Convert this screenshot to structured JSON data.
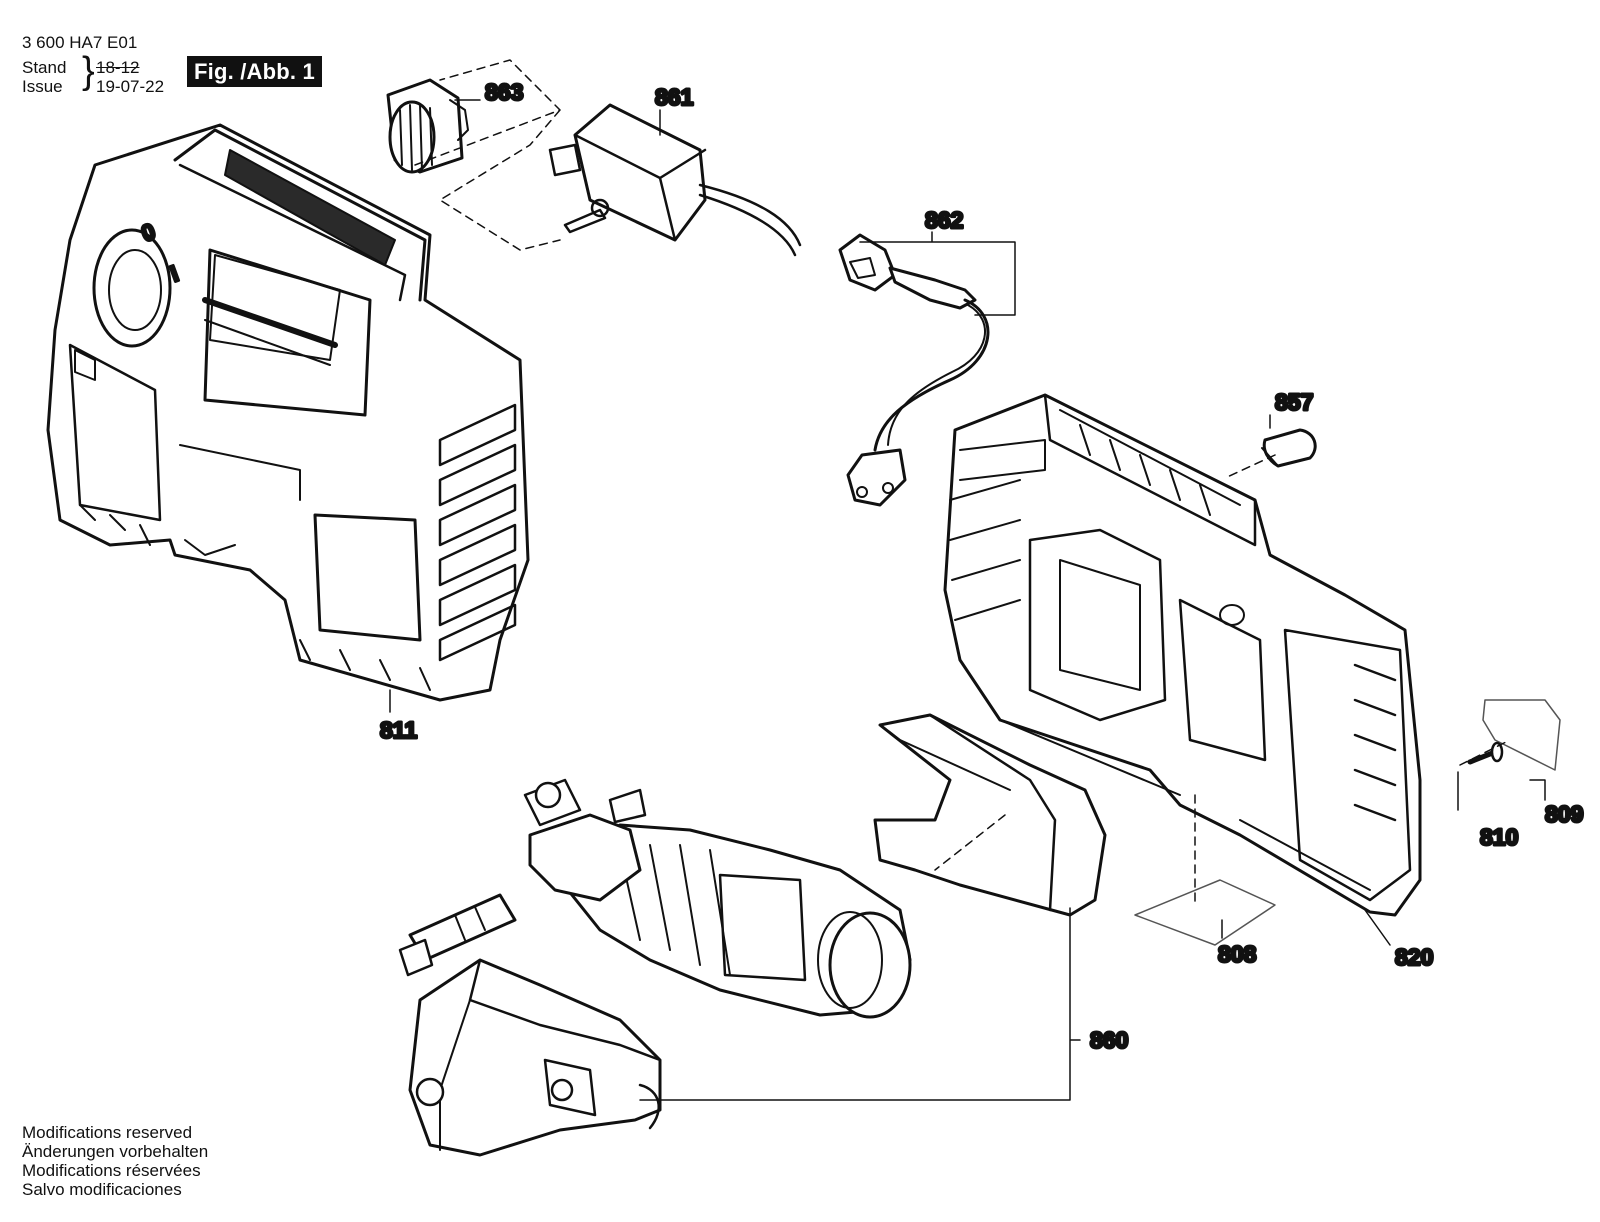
{
  "header": {
    "doc_number": "3 600 HA7 E01",
    "stand_label": "Stand",
    "issue_label": "Issue",
    "stand_date": "18-12",
    "issue_date": "19-07-22",
    "figure_label": "Fig. /Abb. 1"
  },
  "parts": {
    "p811": "811",
    "p863": "863",
    "p861": "861",
    "p862": "862",
    "p857": "857",
    "p809": "809",
    "p810": "810",
    "p808": "808",
    "p820": "820",
    "p860": "860"
  },
  "markings": {
    "switch_off": "0",
    "switch_on": "I"
  },
  "notes": [
    "Modifications reserved",
    "Änderungen vorbehalten",
    "Modifications réservées",
    "Salvo modificaciones"
  ]
}
